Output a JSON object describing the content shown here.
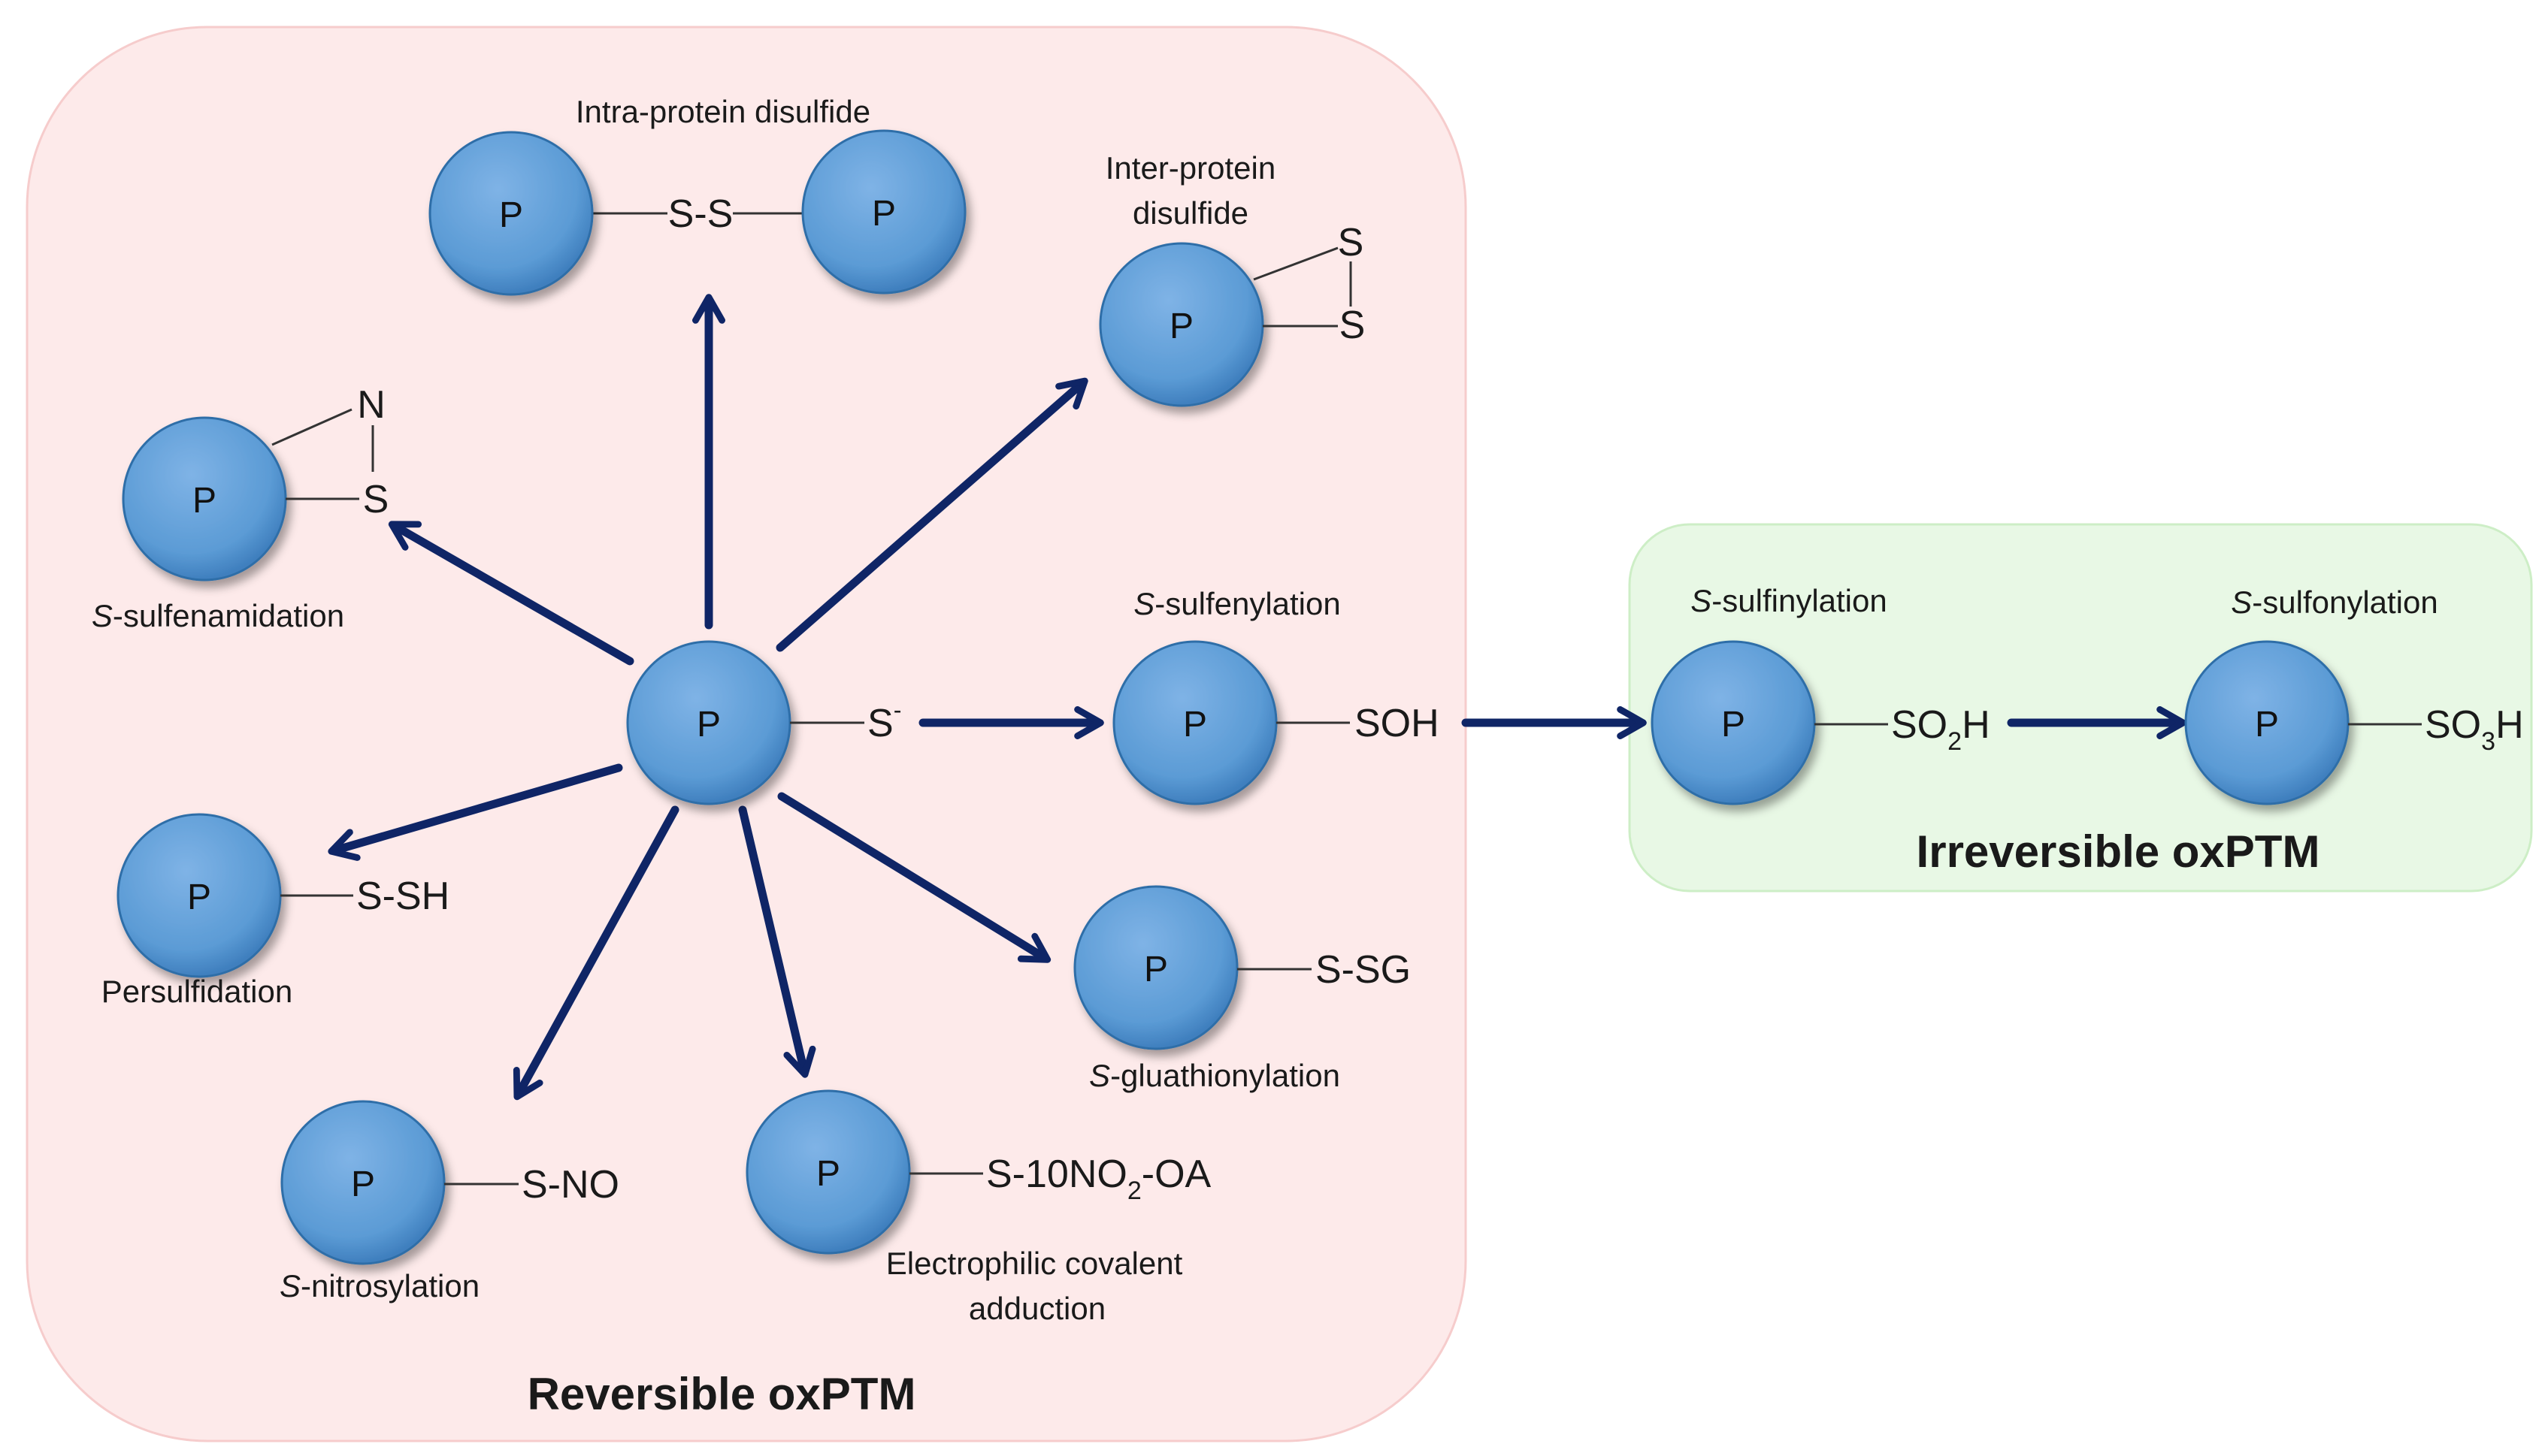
{
  "protein_label": "P",
  "panels": {
    "reversible": {
      "title": "Reversible oxPTM",
      "color": "#fdeaea",
      "border": "#f6cccc"
    },
    "irreversible": {
      "title": "Irreversible oxPTM",
      "color": "#e8f8e5",
      "border": "#cdeec6"
    }
  },
  "colors": {
    "protein": "#5b9bd5",
    "arrow": "#0f2566"
  },
  "center": {
    "group": "S",
    "charge": "-"
  },
  "modifications": {
    "intra_disulfide": {
      "label": "Intra-protein disulfide",
      "group": "S-S"
    },
    "inter_disulfide": {
      "label_line1": "Inter-protein",
      "label_line2": "disulfide",
      "atom1": "S",
      "atom2": "S"
    },
    "sulfenamidation": {
      "label_prefix": "S",
      "label_rest": "-sulfenamidation",
      "atom_n": "N",
      "atom_s": "S"
    },
    "sulfenylation": {
      "label_prefix": "S",
      "label_rest": "-sulfenylation",
      "group": "SOH"
    },
    "persulfidation": {
      "label": "Persulfidation",
      "group": "S-SH"
    },
    "glutathionylation": {
      "label_prefix": "S",
      "label_rest": "-gluathionylation",
      "group": "S-SG"
    },
    "nitrosylation": {
      "label_prefix": "S",
      "label_rest": "-nitrosylation",
      "group": "S-NO"
    },
    "electrophilic": {
      "label_line1": "Electrophilic covalent",
      "label_line2": "adduction",
      "group_part1": "S-10NO",
      "group_sub": "2",
      "group_part2": "-OA"
    },
    "sulfinylation": {
      "label_prefix": "S",
      "label_rest": "-sulfinylation",
      "group_part1": "SO",
      "group_sub": "2",
      "group_part2": "H"
    },
    "sulfonylation": {
      "label_prefix": "S",
      "label_rest": "-sulfonylation",
      "group_part1": "SO",
      "group_sub": "3",
      "group_part2": "H"
    }
  }
}
